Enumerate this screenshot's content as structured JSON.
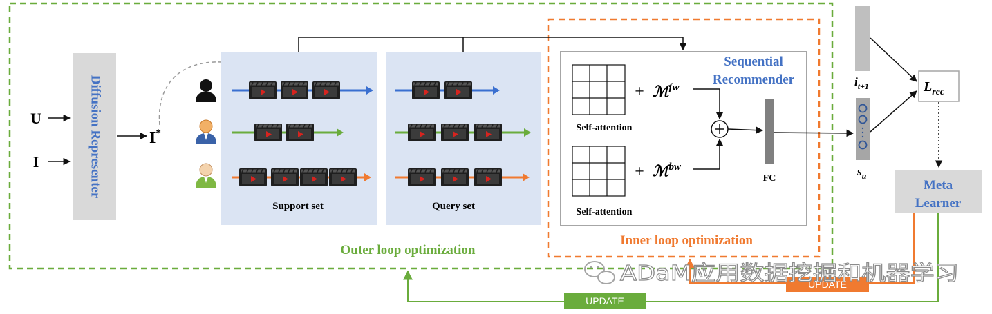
{
  "inputs": {
    "u": "U",
    "i": "I"
  },
  "diffusion_label": "Diffusion Representer",
  "istar": {
    "base": "I",
    "sup": "*"
  },
  "support_label": "Support set",
  "query_label": "Query set",
  "sr_title_line1": "Sequential",
  "sr_title_line2": "Recommender",
  "sa_label_top": "Self-attention",
  "sa_label_bottom": "Self-attention",
  "m_fw": {
    "base": "ℳ",
    "sup": "fw"
  },
  "m_bw": {
    "base": "ℳ",
    "sup": "bw"
  },
  "plus": "+",
  "fc_label": "FC",
  "i_next": {
    "base": "i",
    "sub": "t+1"
  },
  "s_u": {
    "base": "s",
    "sub": "u"
  },
  "lrec": {
    "base": "L",
    "sub": "rec"
  },
  "meta_line1": "Meta",
  "meta_line2": "Learner",
  "outer_label": "Outer loop optimization",
  "inner_label": "Inner loop optimization",
  "update_green": "UPDATE",
  "update_orange": "UPDATE",
  "watermark": "ADaM应用数据挖掘和机器学习",
  "colors": {
    "blue_seq": "#3a6fd0",
    "green_seq": "#6aac3c",
    "orange_seq": "#f07a30",
    "outer_dash": "#6aac3c",
    "inner_dash": "#f07a30",
    "set_bg": "#dbe4f3",
    "gray_box": "#d9d9d9",
    "title_blue": "#4472c4"
  }
}
